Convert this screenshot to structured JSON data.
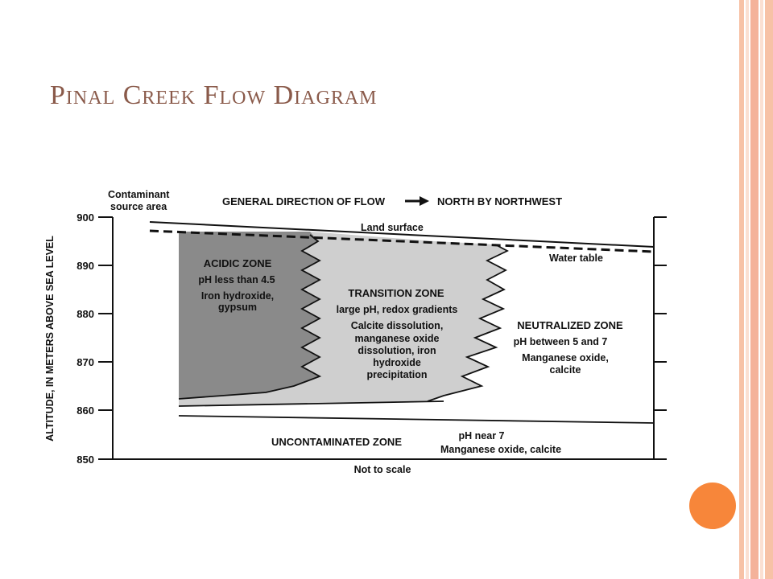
{
  "slide": {
    "title": "Pinal Creek Flow Diagram",
    "accent_color": "#f7863a",
    "title_color": "#8a5a4a"
  },
  "diagram": {
    "header": {
      "source_line1": "Contaminant",
      "source_line2": "source area",
      "flow_label": "GENERAL DIRECTION OF FLOW",
      "flow_arrow_icon": "right-arrow",
      "direction": "NORTH BY NORTHWEST"
    },
    "y_axis": {
      "label": "ALTITUDE, IN METERS ABOVE SEA LEVEL",
      "ticks": [
        "900",
        "890",
        "880",
        "870",
        "860",
        "850"
      ]
    },
    "surfaces": {
      "land_surface": "Land surface",
      "water_table": "Water table"
    },
    "zones": {
      "acidic": {
        "title": "ACIDIC ZONE",
        "lines": [
          "pH less than 4.5",
          "Iron hydroxide,",
          "gypsum"
        ]
      },
      "transition": {
        "title": "TRANSITION ZONE",
        "lines": [
          "large pH, redox gradients",
          "Calcite dissolution,",
          "manganese oxide",
          "dissolution, iron",
          "hydroxide",
          "precipitation"
        ]
      },
      "neutralized": {
        "title": "NEUTRALIZED ZONE",
        "lines": [
          "pH between 5 and 7",
          "Manganese oxide,",
          "calcite"
        ]
      },
      "uncontaminated": {
        "title": "UNCONTAMINATED ZONE",
        "lines": [
          "pH near 7",
          "Manganese oxide, calcite"
        ]
      }
    },
    "footer": "Not to scale"
  }
}
